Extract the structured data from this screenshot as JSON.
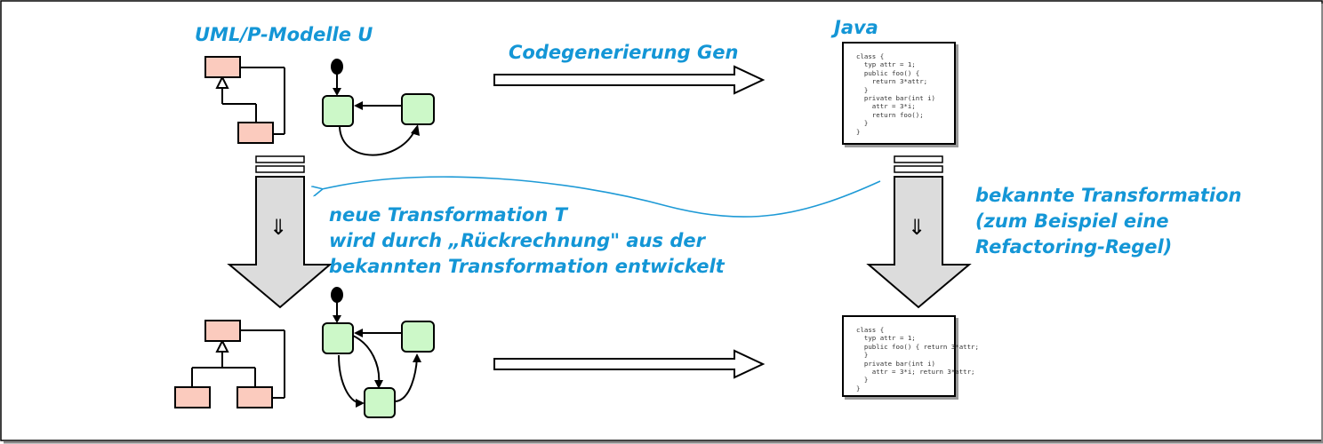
{
  "labels": {
    "uml_models": "UML/P-Modelle U",
    "java": "Java",
    "codegen": "Codegenerierung Gen",
    "known_transformation": [
      "bekannte Transformation",
      "(zum Beispiel eine",
      "Refactoring-Regel)"
    ],
    "new_transformation": [
      "neue Transformation T",
      "wird durch „Rückrechnung\" aus der",
      "bekannten Transformation entwickelt"
    ]
  },
  "code_top": [
    "class {",
    "  typ attr = 1;",
    "  public foo() {",
    "    return 3*attr;",
    "  }",
    "  private bar(int i)",
    "    attr = 3*i;",
    "    return foo();",
    "  }",
    "}"
  ],
  "code_bottom": [
    "class {",
    "  typ attr = 1;",
    "  public foo() { return 3*attr;",
    "  }",
    "  private bar(int i)",
    "    attr = 3*i; return 3*attr;",
    "  }",
    "}"
  ],
  "colors": {
    "label_blue": "#1496d6",
    "class_fill": "#fbcbbe",
    "state_fill": "#ccf8c8",
    "transform_arrow_fill": "#dcdcdc",
    "curve_blue": "#1e9ad6"
  },
  "icons": {
    "transformation_symbol": "⇓"
  }
}
